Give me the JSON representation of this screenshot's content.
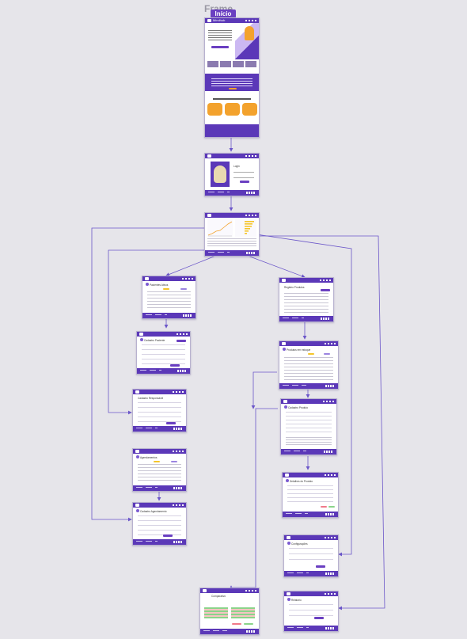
{
  "frame_label": "Frame",
  "start_label": "Início",
  "brand": "Mindhub",
  "screens": {
    "home": {
      "title": ""
    },
    "login": {
      "title": "Login"
    },
    "dashboard": {
      "title": ""
    },
    "pacientes_lista": {
      "title": "Pacientes Ativos"
    },
    "cadastro_paciente": {
      "title": "Cadastro Paciente"
    },
    "cadastro_responsavel": {
      "title": "Cadastro Responsável"
    },
    "agendamentos": {
      "title": "Agendamentos"
    },
    "cadastro_agendamento": {
      "title": "Cadastro Agendamento"
    },
    "registro_produtos": {
      "title": "Registro Produtos"
    },
    "produtos_lista": {
      "title": "Produtos em estoque"
    },
    "cadastro_produto": {
      "title": "Cadastro Produto"
    },
    "detalhe_produto": {
      "title": "Detalhes do Produto"
    },
    "configuracao": {
      "title": "Configurações"
    },
    "relatorio": {
      "title": "Relatório"
    },
    "comparativo": {
      "title": "Comparativo"
    }
  },
  "colors": {
    "accent": "#5b38b8",
    "connector": "#6b56c9",
    "background": "#e6e5ea",
    "orange": "#f3a22d"
  }
}
